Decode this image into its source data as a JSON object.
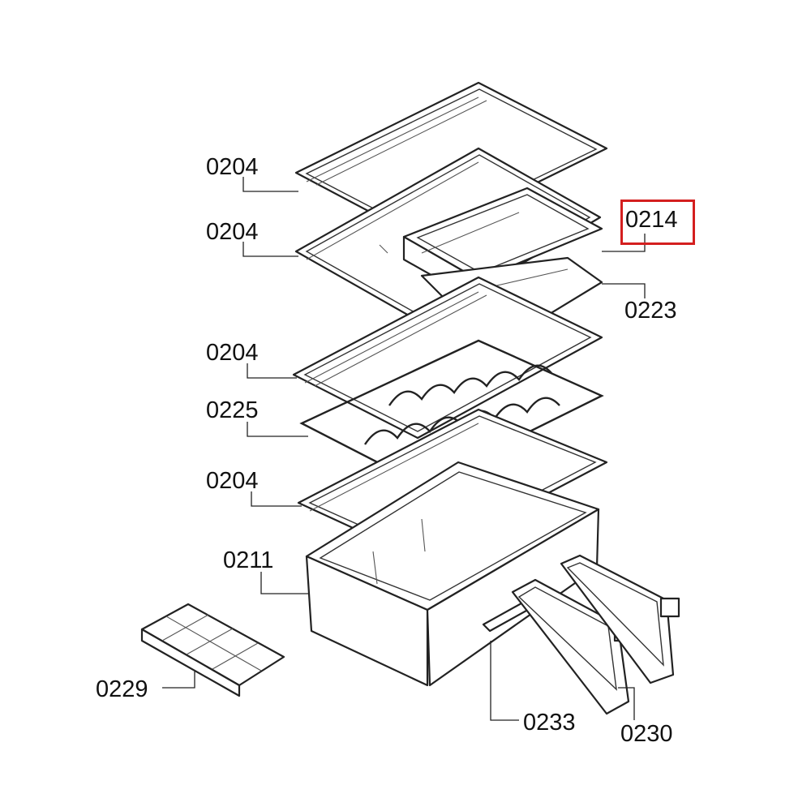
{
  "diagram": {
    "highlighted_part": "0214",
    "highlight_color": "#d41f1f",
    "labels": {
      "glass_shelf_1": "0204",
      "glass_shelf_2": "0204",
      "glass_shelf_3": "0204",
      "glass_shelf_4": "0204",
      "bottle_rack": "0225",
      "small_drawer": "0214",
      "drawer_frame": "0223",
      "vegetable_box": "0211",
      "ice_tray": "0229",
      "drawer_rail": "0233",
      "door_bins": "0230"
    }
  }
}
